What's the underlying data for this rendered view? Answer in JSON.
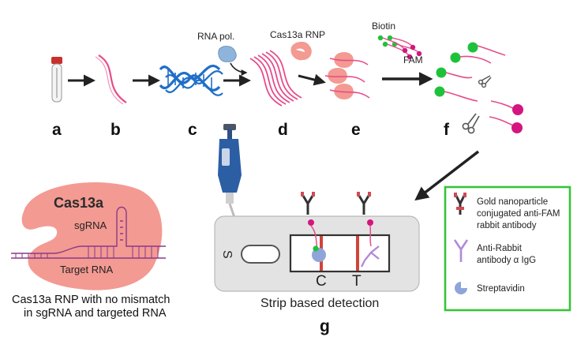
{
  "steps": {
    "a": "a",
    "b": "b",
    "c": "c",
    "d": "d",
    "e": "e",
    "f": "f",
    "g": "g"
  },
  "labels": {
    "rna_pol": "RNA pol.",
    "cas13a_rnp": "Cas13a RNP",
    "biotin": "Biotin",
    "fam": "FAM"
  },
  "complex": {
    "title": "Cas13a",
    "sgrna": "sgRNA",
    "target_rna": "Target RNA",
    "caption_line1": "Cas13a RNP with no mismatch",
    "caption_line2": "in sgRNA and targeted RNA"
  },
  "strip": {
    "sample_port": "S",
    "control_line": "C",
    "test_line": "T",
    "caption": "Strip based detection"
  },
  "legend": {
    "item1_line1": "Gold nanoparticle",
    "item1_line2": "conjugated anti-FAM",
    "item1_line3": "rabbit antibody",
    "item2_line1": "Anti-Rabbit",
    "item2_line2": "antibody α IgG",
    "item3": "Streptavidin"
  },
  "colors": {
    "rna_pink": "#e64c8c",
    "dna_blue": "#1f6fc8",
    "protein_salmon": "#f39a92",
    "biotin_green": "#1ec23a",
    "fam_magenta": "#d4157f",
    "legend_border": "#37c43a",
    "strip_gray": "#e3e3e3"
  }
}
